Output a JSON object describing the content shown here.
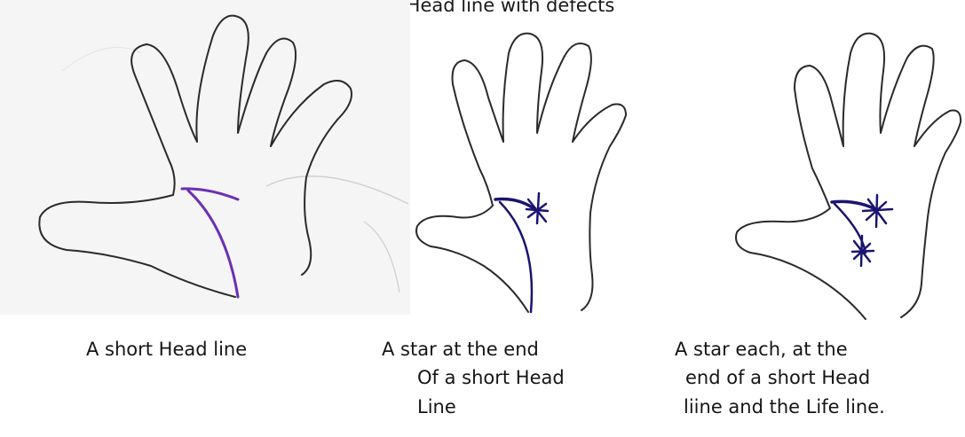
{
  "title": "Short Head line with defects",
  "panels": [
    {
      "caption_lines": [
        "A short Head line"
      ],
      "line_color": "#6b2fb3"
    },
    {
      "caption_lines": [
        "A star at the end",
        "Of a short Head",
        "Line"
      ],
      "line_color": "#1a1470"
    },
    {
      "caption_lines": [
        "A star each, at the",
        "end of a short Head",
        "liine and the Life line."
      ],
      "line_color": "#1a1470"
    }
  ]
}
